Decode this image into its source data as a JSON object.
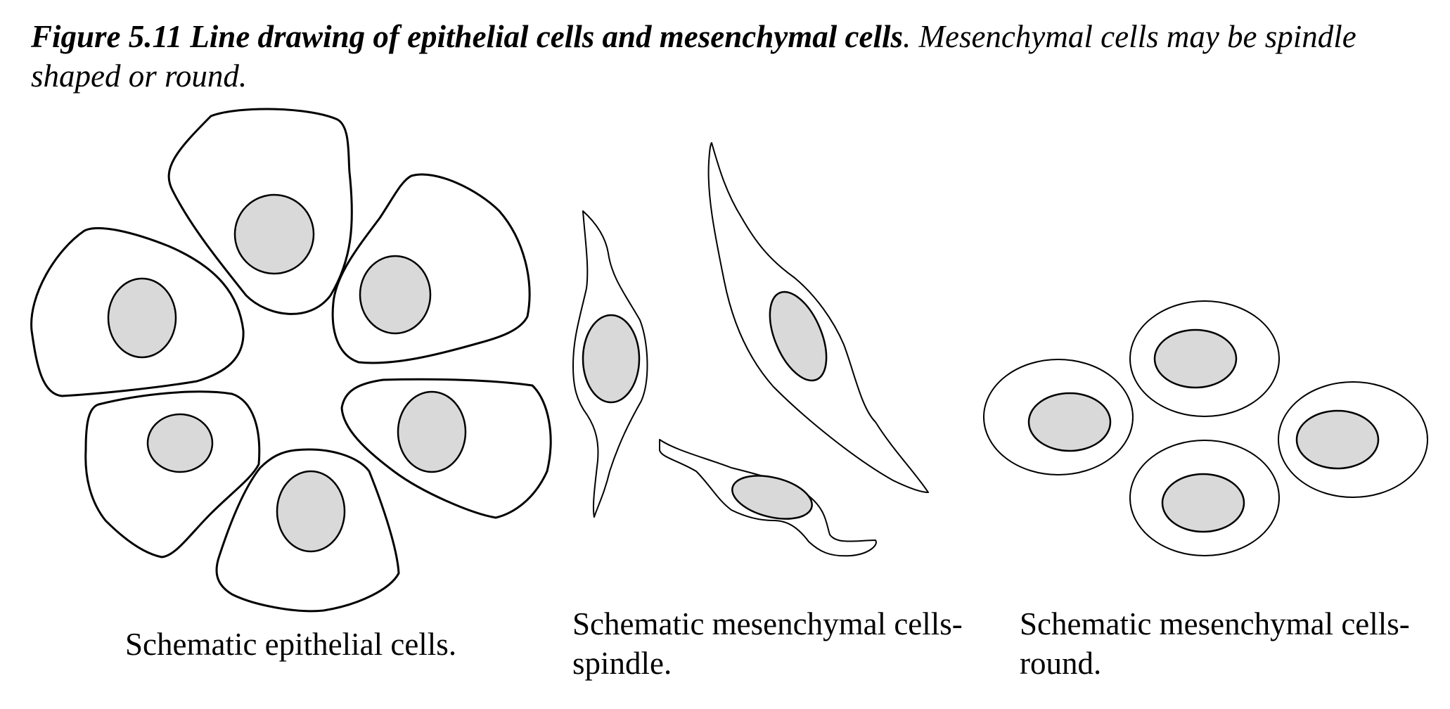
{
  "caption": {
    "bold": "Figure 5.11 Line drawing of epithelial cells and mesenchymal cells",
    "rest": ". Mesenchymal cells may be spindle shaped or round."
  },
  "labels": {
    "epithelial": "Schematic epithelial cells.",
    "spindle_line1": "Schematic mesenchymal cells-",
    "spindle_line2": "spindle.",
    "round_line1": "Schematic mesenchymal cells-",
    "round_line2": "round."
  },
  "colors": {
    "outline": "#000000",
    "nucleus_fill": "#d9d9d9",
    "background": "#ffffff"
  }
}
